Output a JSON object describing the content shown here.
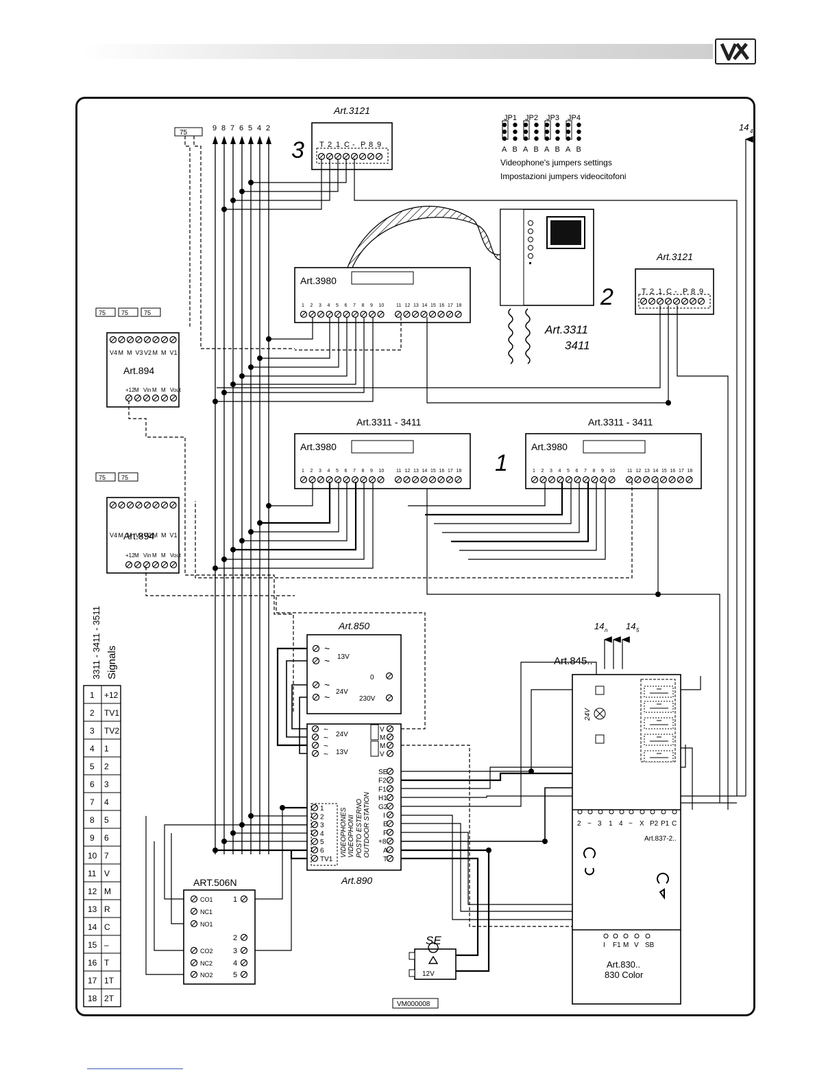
{
  "diagram": {
    "code": "VM000008",
    "signals_title": "3311 - 3411 - 3511",
    "signals_subtitle": "Signals",
    "signals_table": [
      [
        "1",
        "+12"
      ],
      [
        "2",
        "TV1"
      ],
      [
        "3",
        "TV2"
      ],
      [
        "4",
        "1"
      ],
      [
        "5",
        "2"
      ],
      [
        "6",
        "3"
      ],
      [
        "7",
        "4"
      ],
      [
        "8",
        "5"
      ],
      [
        "9",
        "6"
      ],
      [
        "10",
        "7"
      ],
      [
        "11",
        "V"
      ],
      [
        "12",
        "M"
      ],
      [
        "13",
        "R"
      ],
      [
        "14",
        "C"
      ],
      [
        "15",
        "–"
      ],
      [
        "16",
        "T"
      ],
      [
        "17",
        "1T"
      ],
      [
        "18",
        "2T"
      ]
    ],
    "arrow_bus_labels": [
      "9",
      "8",
      "7",
      "6",
      "5",
      "4",
      "2"
    ],
    "jumpers": {
      "names": [
        "JP1",
        "JP2",
        "JP3",
        "JP4"
      ],
      "letters": [
        "A",
        "B",
        "A",
        "B",
        "A",
        "B",
        "A",
        "B"
      ],
      "caption_en": "Videophone's jumpers settings",
      "caption_it": "Impostazioni jumpers videocitofoni"
    },
    "resistor_label": "75",
    "labels": {
      "art3121": "Art.3121",
      "art3121_terminals": [
        "T",
        "2",
        "1",
        "C",
        "-",
        "P",
        "8",
        "9"
      ],
      "art3980": "Art.3980",
      "art3311_3411": "Art.3311 - 3411",
      "art3311": "Art.3311",
      "art3411": "3411",
      "art894": "Art.894",
      "art894_top": [
        "V4",
        "M",
        "M",
        "V3",
        "V2",
        "M",
        "M",
        "V1"
      ],
      "art894_bottom": [
        "+12",
        "M",
        "Vin",
        "M",
        "M",
        "Vout"
      ],
      "art850": "Art.850",
      "art850_13v": "13V",
      "art850_24v": "24V",
      "art850_0": "0",
      "art850_230v": "230V",
      "art890": "Art.890",
      "art890_left": [
        "1",
        "2",
        "3",
        "4",
        "5",
        "6",
        "TV1"
      ],
      "art890_right": [
        "SE",
        "F2",
        "F1",
        "H1",
        "G2",
        "I",
        "E",
        "F",
        "+8",
        "A",
        "T"
      ],
      "art890_out": [
        "V",
        "M",
        "M",
        "V"
      ],
      "art890_vertical_1": "POSTO ESTERNO",
      "art890_vertical_2": "OUTDOOR STATION",
      "art890_vertical_3": "VIDEOPHONES",
      "art890_vertical_4": "VIDEOPHONI",
      "art845": "Art.845..",
      "art845_24v": "24V",
      "art837": "Art.837-2..",
      "art837_terms": [
        "2",
        "~",
        "3",
        "1",
        "4",
        "~",
        "X",
        "P2",
        "P1",
        "C"
      ],
      "art830": "Art.830..",
      "art830_color": "830 Color",
      "art830_terms": [
        "I",
        "F1",
        "M",
        "V",
        "SB"
      ],
      "art506": "ART.506N",
      "art506_left": [
        "CO1",
        "NC1",
        "NO1",
        "CO2",
        "NC2",
        "NO2"
      ],
      "art506_right": [
        "1",
        "2",
        "3",
        "4",
        "5"
      ],
      "se": "SE",
      "se_12v": "12V",
      "label_1": "1",
      "label_2": "2",
      "label_3": "3",
      "label_14_4": "14",
      "label_14_4_sub": "4",
      "label_14_n": "14",
      "label_14_n_sub": "n",
      "label_14_5": "14",
      "label_14_5_sub": "5"
    }
  }
}
